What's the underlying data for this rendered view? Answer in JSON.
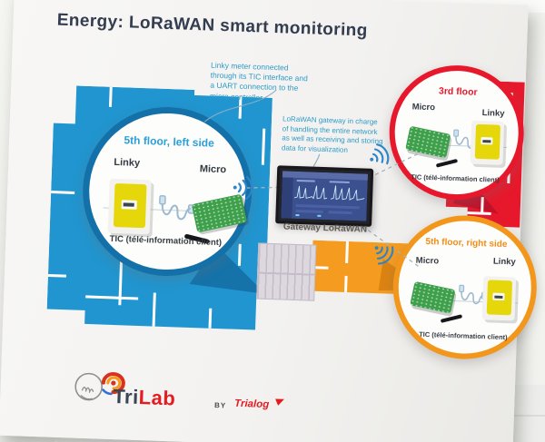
{
  "poster": {
    "title": "Energy: LoRaWAN smart monitoring",
    "notes": {
      "linky": "Linky meter connected through its TIC interface and a UART connection to the micro controller",
      "gateway": "LoRaWAN gateway in charge of handling the entire network as well as receiving and storing data for visualization"
    },
    "gateway": {
      "label": "Gateway LoRaWAN"
    },
    "callouts": {
      "blue": {
        "title": "5th floor, left side",
        "left_device": "Linky",
        "right_device": "Micro",
        "caption": "TIC (télé-information client)"
      },
      "red": {
        "title": "3rd floor",
        "left_device": "Micro",
        "right_device": "Linky",
        "caption": "TIC (télé-information client)"
      },
      "orange": {
        "title": "5th floor, right side",
        "left_device": "Micro",
        "right_device": "Linky",
        "caption": "TIC (télé-information client)"
      }
    },
    "logo": {
      "tri": "Tri",
      "lab": "Lab",
      "by": "BY",
      "brand": "Trialog"
    },
    "colors": {
      "plan_blue": "#2095cf",
      "circle_blue_border": "#1470a8",
      "blue_title": "#2b9fd9",
      "red": "#e8182c",
      "orange": "#f59b20",
      "orange_title": "#ef8d15",
      "note_teal": "#2e9bc8",
      "linky_yellow": "#e5d70a",
      "pcb_green": "#3ea04b",
      "title_text": "#333d50"
    },
    "icons": {
      "wifi": "wifi-signal-icon"
    }
  }
}
